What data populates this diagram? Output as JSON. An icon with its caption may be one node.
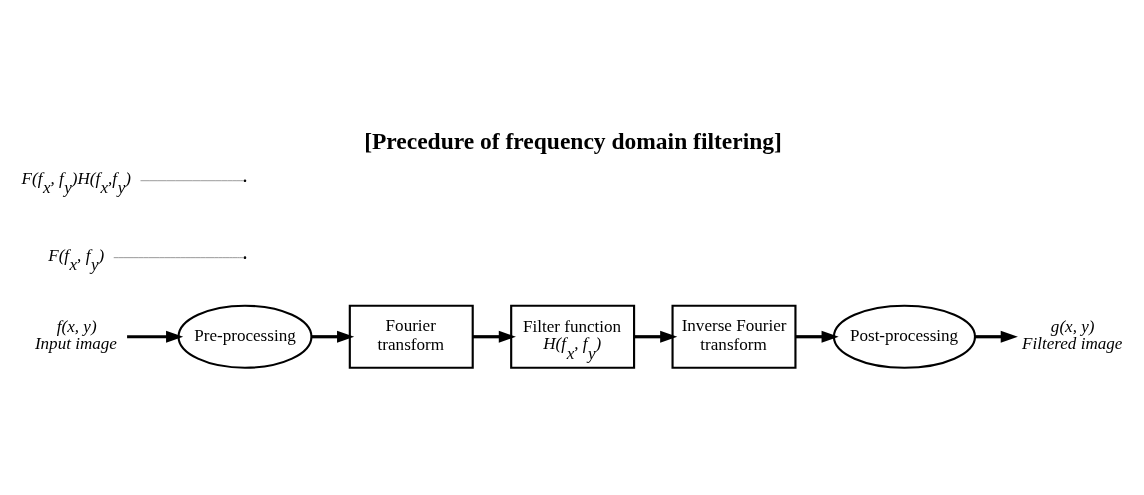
{
  "diagram": {
    "title": "[Precedure of frequency domain filtering]",
    "nodes": [
      {
        "text": [
          "f(x, y)",
          "Input image"
        ]
      },
      {
        "text": [
          "Pre-processing"
        ]
      },
      {
        "text": [
          "Fourier transform"
        ]
      },
      {
        "text": [
          "Filter function",
          "H(f$_{x}$, f$_{y}$)"
        ]
      },
      {
        "text": [
          "Inverse Fourier transform"
        ]
      },
      {
        "text": [
          "Post-processing"
        ]
      },
      {
        "text": [
          "g(x, y)",
          "Filtered image"
        ]
      },
      {
        "text": [
          "F(f$_{x}$, f$_{y}$)"
        ]
      },
      {
        "text": [
          "F(f$_{x}$, f$_{y}$)H(f$_{x}$,f$_{y}$)"
        ]
      }
    ],
    "edges": [
      {
        "from": 0,
        "to": 1,
        "arrow": "to"
      },
      {
        "from": 1,
        "to": 2,
        "arrow": "to"
      },
      {
        "from": 2,
        "to": 3,
        "arrow": "to"
      },
      {
        "from": 3,
        "to": 4,
        "arrow": "to"
      },
      {
        "from": 4,
        "to": 5,
        "arrow": "to"
      },
      {
        "from": 5,
        "to": 6,
        "arrow": "to"
      },
      {
        "from": 7,
        "to": null,
        "arrow": "none",
        "color": "#888888"
      },
      {
        "from": 8,
        "to": null,
        "arrow": "none",
        "color": "#888888"
      }
    ]
  }
}
